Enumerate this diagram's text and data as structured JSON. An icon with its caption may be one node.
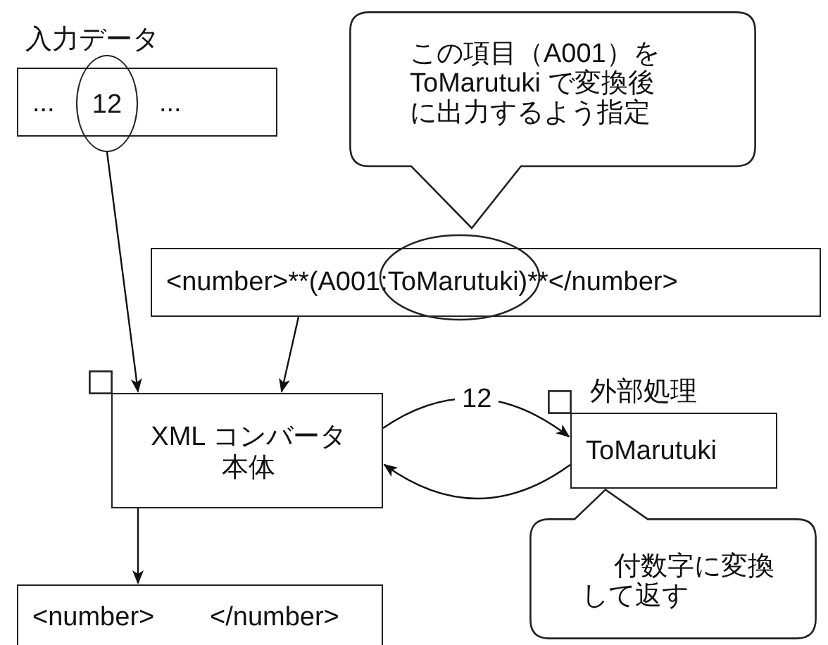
{
  "diagram": {
    "nodes": [
      {
        "text": [
          "入力データ",
          "...",
          "..."
        ]
      },
      {
        "text": [
          "12"
        ]
      },
      {
        "text": [
          "この項目（A001）をToMarutuki で変換後に出力するよう指定"
        ]
      },
      {
        "text": [
          "<number>**(A001:ToMarutuki)**</number>"
        ]
      },
      {
        "text": [
          "XML コンバータ本体"
        ]
      },
      {
        "text": [
          "外部処理",
          "ToMarutuki"
        ]
      },
      {
        "text": [
          "付数字に変換して返す"
        ]
      },
      {
        "text": [
          "<number>",
          "</number>"
        ]
      }
    ],
    "edges": [
      {
        "from": 1,
        "to": 4,
        "arrow": "to"
      },
      {
        "from": 3,
        "to": 4,
        "arrow": "to"
      },
      {
        "from": 4,
        "to": 5,
        "arrow": "to",
        "label": "12"
      },
      {
        "from": 5,
        "to": 4,
        "arrow": "to"
      },
      {
        "from": 4,
        "to": 7,
        "arrow": "to"
      }
    ]
  }
}
